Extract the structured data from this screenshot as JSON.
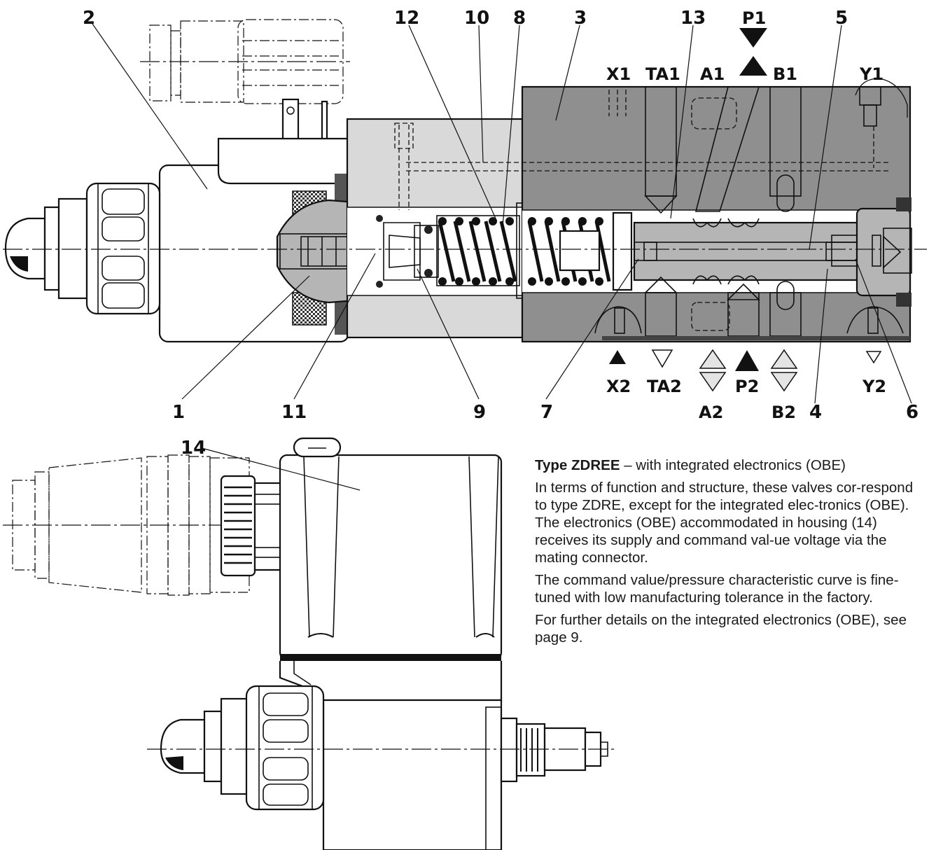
{
  "callouts": {
    "n1": "1",
    "n2": "2",
    "n3": "3",
    "n4": "4",
    "n5": "5",
    "n6": "6",
    "n7": "7",
    "n8": "8",
    "n9": "9",
    "n10": "10",
    "n11": "11",
    "n12": "12",
    "n13": "13",
    "n14": "14"
  },
  "ports": {
    "X1": "X1",
    "TA1": "TA1",
    "A1": "A1",
    "P1": "P1",
    "B1": "B1",
    "Y1": "Y1",
    "X2": "X2",
    "TA2": "TA2",
    "A2": "A2",
    "P2": "P2",
    "B2": "B2",
    "Y2": "Y2"
  },
  "description": {
    "title": "Type ZDREE",
    "title_rest": " – with integrated electronics (OBE)",
    "para1": "In terms of function and structure, these valves cor-respond to type ZDRE, except for the integrated elec-tronics (OBE). The electronics (OBE) accommodated in housing (14) receives its supply and command val-ue voltage via the mating connector.",
    "para2": "The command value/pressure characteristic curve is fine-tuned with low manufacturing tolerance in the factory.",
    "para3": "For further details on the integrated electronics (OBE), see page 9."
  },
  "colors": {
    "housing_gray": "#8f8f8f",
    "body_light": "#d9d9d9",
    "spool_gray": "#b5b5b5",
    "line": "#111111"
  }
}
